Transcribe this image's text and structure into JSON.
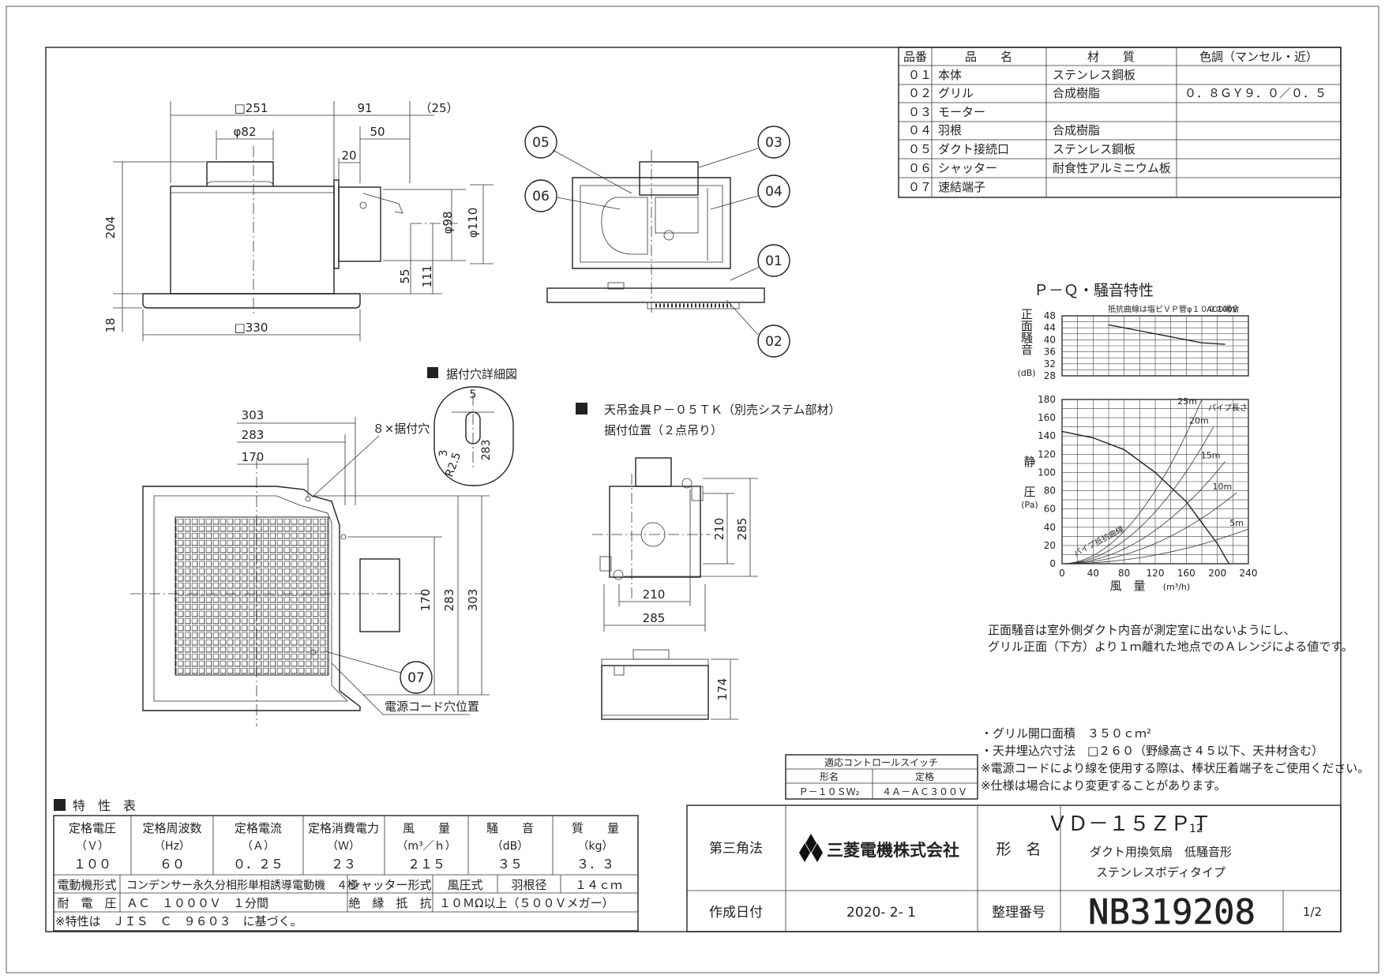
{
  "parts_table": {
    "headers": [
      "品番",
      "品　　名",
      "材　　質",
      "色調（マンセル・近）"
    ],
    "rows": [
      [
        "０１",
        "本体",
        "ステンレス鋼板",
        ""
      ],
      [
        "０２",
        "グリル",
        "合成樹脂",
        "０．８ＧＹ９．０／０．５"
      ],
      [
        "０３",
        "モーター",
        "",
        ""
      ],
      [
        "０４",
        "羽根",
        "合成樹脂",
        ""
      ],
      [
        "０５",
        "ダクト接続口",
        "ステンレス鋼板",
        ""
      ],
      [
        "０６",
        "シャッター",
        "耐食性アルミニウム板",
        ""
      ],
      [
        "０７",
        "速結端子",
        "",
        ""
      ]
    ]
  },
  "front_view_dims": {
    "width_top": "□251",
    "pipe": "φ82",
    "depth": "91",
    "protrude": "（25）",
    "d50": "50",
    "d20": "20",
    "height": "204",
    "phi98": "φ98",
    "phi110": "φ110",
    "d55": "55",
    "d111": "111",
    "bottom": "18",
    "width_bottom": "□330"
  },
  "part_callouts": [
    "05",
    "06",
    "03",
    "04",
    "01",
    "02",
    "07"
  ],
  "mounting_hole_detail": {
    "title": "据付穴詳細図",
    "d5": "5",
    "d3": "3",
    "r": "R2.5",
    "d283": "283",
    "holes": "８×据付穴"
  },
  "top_view_dims": {
    "d303": "303",
    "d283": "283",
    "d170": "170",
    "v170": "170",
    "v283": "283",
    "v303": "303",
    "cord": "電源コード穴位置"
  },
  "hanger": {
    "line1": "天吊金具Ｐ－０５ＴＫ（別売システム部材）",
    "line2": "据付位置（２点吊り）",
    "d210v": "210",
    "d285v": "285",
    "d210h": "210",
    "d285h": "285",
    "d174": "174"
  },
  "pq_chart": {
    "title": "Ｐ－Ｑ・騒音特性",
    "noise_label": "正面騒音",
    "noise_unit": "(dB)",
    "noise_note": "抵抗曲線は塩ビＶＰ管φ１００の場合",
    "voltage": "AC100V",
    "pressure_label_1": "静",
    "pressure_label_2": "圧",
    "pressure_unit": "(Pa)",
    "x_label": "風　量",
    "x_unit": "(m³/h)",
    "pipe_length": "パイプ長さ",
    "pipe_resistance": "パイプ抵抗曲線",
    "lengths": [
      "25m",
      "20m",
      "15m",
      "10m",
      "5m"
    ],
    "noise_ticks": [
      "48",
      "44",
      "40",
      "36",
      "32",
      "28"
    ],
    "pressure_ticks": [
      "180",
      "160",
      "140",
      "120",
      "100",
      "80",
      "60",
      "40",
      "20",
      "0"
    ],
    "flow_ticks": [
      "0",
      "40",
      "80",
      "120",
      "160",
      "200",
      "240"
    ]
  },
  "chart_data": {
    "type": "line",
    "title": "Ｐ－Ｑ・騒音特性",
    "x_axis": {
      "label": "風　量",
      "unit": "(m³/h)",
      "range": [
        0,
        240
      ]
    },
    "noise": {
      "range": [
        28,
        48
      ],
      "x": [
        60,
        100,
        140,
        180,
        210
      ],
      "y": [
        45,
        43,
        41,
        39,
        38.5
      ]
    },
    "pressure": {
      "range": [
        0,
        180
      ],
      "x": [
        0,
        40,
        80,
        120,
        160,
        200,
        215
      ],
      "y": [
        145,
        138,
        125,
        100,
        68,
        22,
        0
      ]
    }
  },
  "notes": {
    "noise_line1": "正面騒音は室外側ダクト内音が測定室に出ないようにし、",
    "noise_line2": "グリル正面（下方）より１ｍ離れた地点でのＡレンジによる値です。",
    "bullets": [
      "・グリル開口面積　３５０ｃｍ²",
      "・天井埋込穴寸法　□２６０（野縁高さ４５以下、天井材含む）",
      "※電源コードにより線を使用する際は、棒状圧着端子をご使用ください。",
      "※仕様は場合により変更することがあります。"
    ]
  },
  "control_switch": {
    "title": "適応コントロールスイッチ",
    "col1": "形名",
    "col2": "定格",
    "model": "Ｐ－１０ＳＷ₂",
    "rating": "４Ａ－ＡＣ３００Ｖ"
  },
  "spec": {
    "title": "特　性　表",
    "headers": [
      "定格電圧",
      "定格周波数",
      "定格電流",
      "定格消費電力",
      "風　　量",
      "騒　　音",
      "質　　量"
    ],
    "units": [
      "（Ｖ）",
      "（Hz）",
      "（Ａ）",
      "（Ｗ）",
      "（m³／ｈ）",
      "（dB）",
      "（kg）"
    ],
    "values": [
      "１００",
      "６０",
      "０．２５",
      "２３",
      "２１５",
      "３５",
      "３．３"
    ],
    "motor_label": "電動機形式",
    "motor_value": "コンデンサー永久分相形単相誘導電動機　４極",
    "shutter_label": "シャッター形式",
    "shutter_value": "風圧式",
    "blade_label": "羽根径",
    "blade_value": "１４ｃｍ",
    "voltage_label": "耐　電　圧",
    "voltage_value": "ＡＣ　１０００Ｖ　１分間",
    "insulation_label": "絶　縁　抵　抗",
    "insulation_value": "１０ＭΩ以上（５００Ｖメガー）",
    "footnote": "※特性は　ＪＩＳ　Ｃ　９６０３　に基づく。"
  },
  "title_block": {
    "projection": "第三角法",
    "company": "三菱電機株式会社",
    "model_label": "形　名",
    "model": "ＶＤ－１５ＺＰＴ",
    "model_sub": "12",
    "desc1": "ダクト用換気扇　低騒音形",
    "desc2": "ステンレスボディタイプ",
    "date_label": "作成日付",
    "date": "2020- 2- 1",
    "number_label": "整理番号",
    "number": "NB319208",
    "sheet": "1/2"
  }
}
